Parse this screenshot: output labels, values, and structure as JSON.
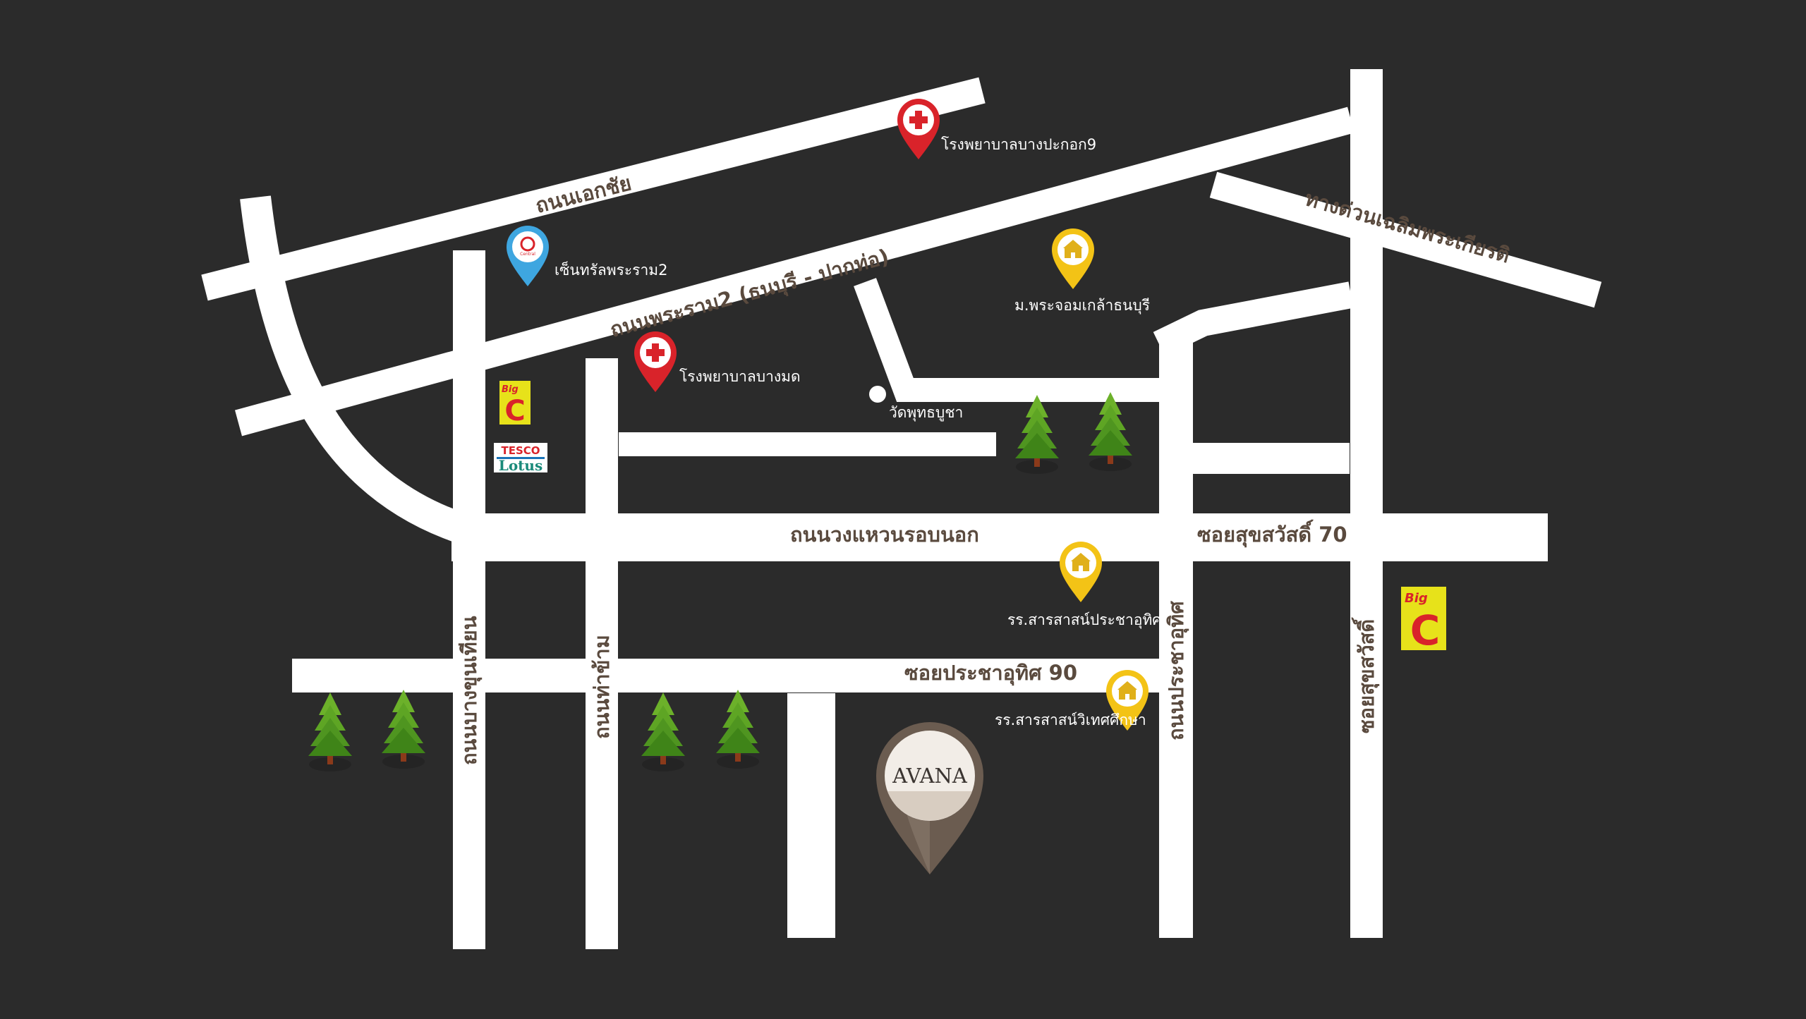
{
  "map": {
    "background": "#2b2b2b",
    "road_color": "#ffffff",
    "road_label_color": "#5a4a3e",
    "pin_colors": {
      "hospital": "#d9232a",
      "mall": "#3ea6e0",
      "school": "#f3c316",
      "project": "#6b5c50"
    },
    "roads": {
      "ekkachai": "ถนนเอกชัย",
      "rama2": "ถนนพระราม2 (ธนบุรี - ปากท่อ)",
      "expressway": "ทางด่วนเฉลิมพระเกียรติ",
      "outer_ring": "ถนนวงแหวนรอบนอก",
      "suksawat70": "ซอยสุขสวัสดิ์ 70",
      "pracha_uthit90": "ซอยประชาอุทิศ 90",
      "bang_khun_thian": "ถนนบางขุนเทียน",
      "tha_kham": "ถนนท่าข้าม",
      "pracha_uthit": "ถนนประชาอุทิศ",
      "soi_suksawat": "ซอยสุขสวัสดิ์"
    },
    "places": {
      "bangpakok9": "โรงพยาบาลบางปะกอก9",
      "central_rama2": "เซ็นทรัลพระราม2",
      "bangmod_hospital": "โรงพยาบาลบางมด",
      "kmutt": "ม.พระจอมเกล้าธนบุรี",
      "wat_phutthabucha": "วัดพุทธบูชา",
      "school_pracha_uthit": "รร.สารสาสน์ประชาอุทิศ",
      "school_witet": "รร.สารสาสน์วิเทศศึกษา"
    },
    "brands": {
      "bigc_small": "Big",
      "bigc_letter": "C",
      "bigc_right": "Big",
      "bigc_right_letter": "C",
      "tesco": "TESCO",
      "lotus": "Lotus",
      "central_badge": "Central"
    },
    "project": {
      "name": "AVANA"
    },
    "icons": {
      "hospital": "hospital-pin-icon",
      "mall": "mall-pin-icon",
      "school": "school-pin-icon",
      "temple": "temple-dot-icon",
      "tree": "tree-icon",
      "project": "project-pin-icon"
    }
  }
}
